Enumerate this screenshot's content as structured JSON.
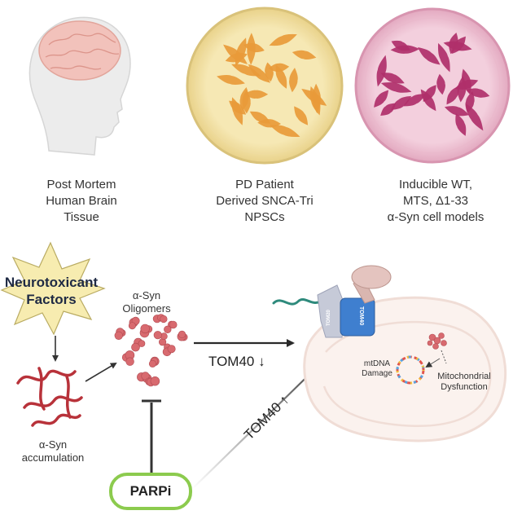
{
  "models": [
    {
      "lines": [
        "Post Mortem",
        "Human Brain",
        "Tissue"
      ]
    },
    {
      "lines": [
        "PD Patient",
        "Derived SNCA-Tri",
        "NPSCs"
      ]
    },
    {
      "lines": [
        "Inducible WT,",
        "MTS, Δ1-33",
        "α-Syn cell models"
      ]
    }
  ],
  "pathway": {
    "neurotoxicant": [
      "Neurotoxicant",
      "Factors"
    ],
    "oligomers": [
      "α-Syn",
      "Oligomers"
    ],
    "accumulation": [
      "α-Syn",
      "accumulation"
    ],
    "tom40_down": "TOM40 ↓",
    "tom40_up": "TOM40 ↑",
    "parpi": "PARPi"
  },
  "mitochondrion": {
    "mtdna": [
      "mtDNA",
      "Damage"
    ],
    "dysfunction": [
      "Mitochondrial",
      "Dysfunction"
    ],
    "tom20_label": "TOM20",
    "tom40_label": "TOM40"
  },
  "colors": {
    "dish1": "#f4e3a7",
    "dish2": "#f0c3d6",
    "cells1": "#e89a3a",
    "cells2": "#b0306a",
    "oligomer": "#d86a6f",
    "fibril": "#b8323a",
    "parpi_border": "#8ccb4e",
    "star": "#f7ecb0"
  }
}
